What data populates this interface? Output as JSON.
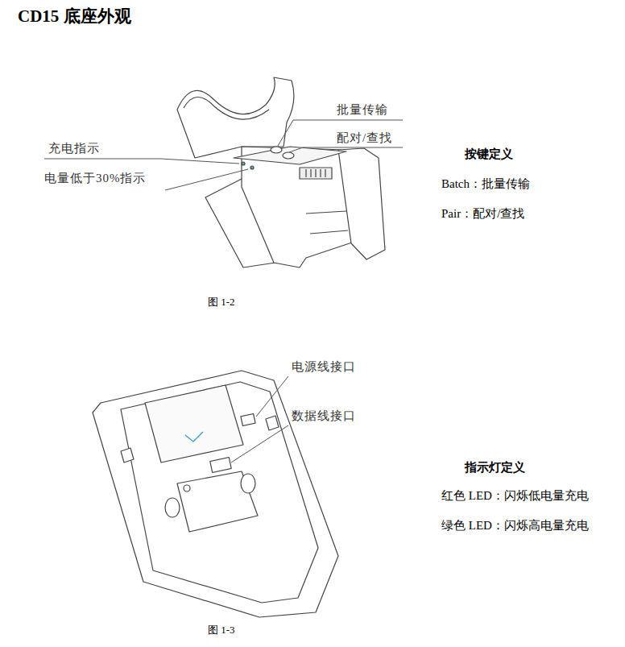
{
  "diagram": {
    "title": "CD15 底座外观",
    "labels": [
      "批量传输",
      "配对/查找",
      "充电指示",
      "电量低于30%指示",
      "图 1-2",
      "按键定义",
      "Batch：批量传输",
      "Pair：配对/查找",
      "电源线接口",
      "数据线接口",
      "图 1-3",
      "指示灯定义",
      "红色 LED：闪烁低电量充电",
      "绿色 LED：闪烁高电量充电"
    ]
  }
}
